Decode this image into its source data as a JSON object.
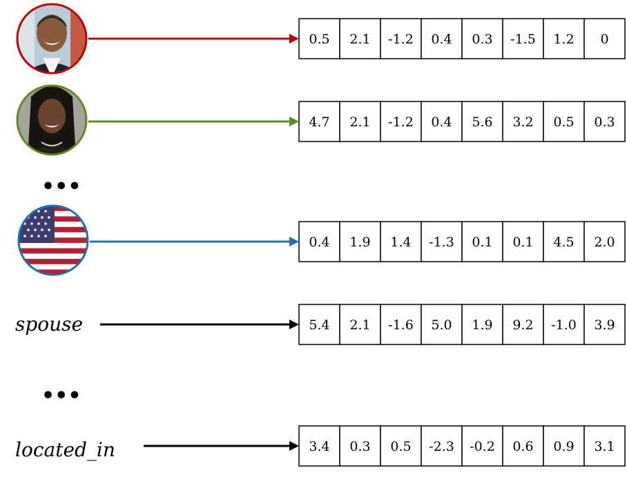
{
  "colors": {
    "row1": "#c00000",
    "row2": "#5e8b1f",
    "row3": "#1f6fb2",
    "relation": "#000000"
  },
  "rows": [
    {
      "kind": "entity",
      "icon": "person-portrait-icon",
      "values": [
        "0.5",
        "2.1",
        "-1.2",
        "0.4",
        "0.3",
        "-1.5",
        "1.2",
        "0"
      ]
    },
    {
      "kind": "entity",
      "icon": "person-portrait-icon",
      "values": [
        "4.7",
        "2.1",
        "-1.2",
        "0.4",
        "5.6",
        "3.2",
        "0.5",
        "0.3"
      ]
    },
    {
      "kind": "entity",
      "icon": "us-flag-icon",
      "values": [
        "0.4",
        "1.9",
        "1.4",
        "-1.3",
        "0.1",
        "0.1",
        "4.5",
        "2.0"
      ]
    },
    {
      "kind": "relation",
      "label": "spouse",
      "values": [
        "5.4",
        "2.1",
        "-1.6",
        "5.0",
        "1.9",
        "9.2",
        "-1.0",
        "3.9"
      ]
    },
    {
      "kind": "relation",
      "label": "located_in",
      "values": [
        "3.4",
        "0.3",
        "0.5",
        "-2.3",
        "-0.2",
        "0.6",
        "0.9",
        "3.1"
      ]
    }
  ],
  "ellipses": [
    "•••",
    "•••"
  ]
}
